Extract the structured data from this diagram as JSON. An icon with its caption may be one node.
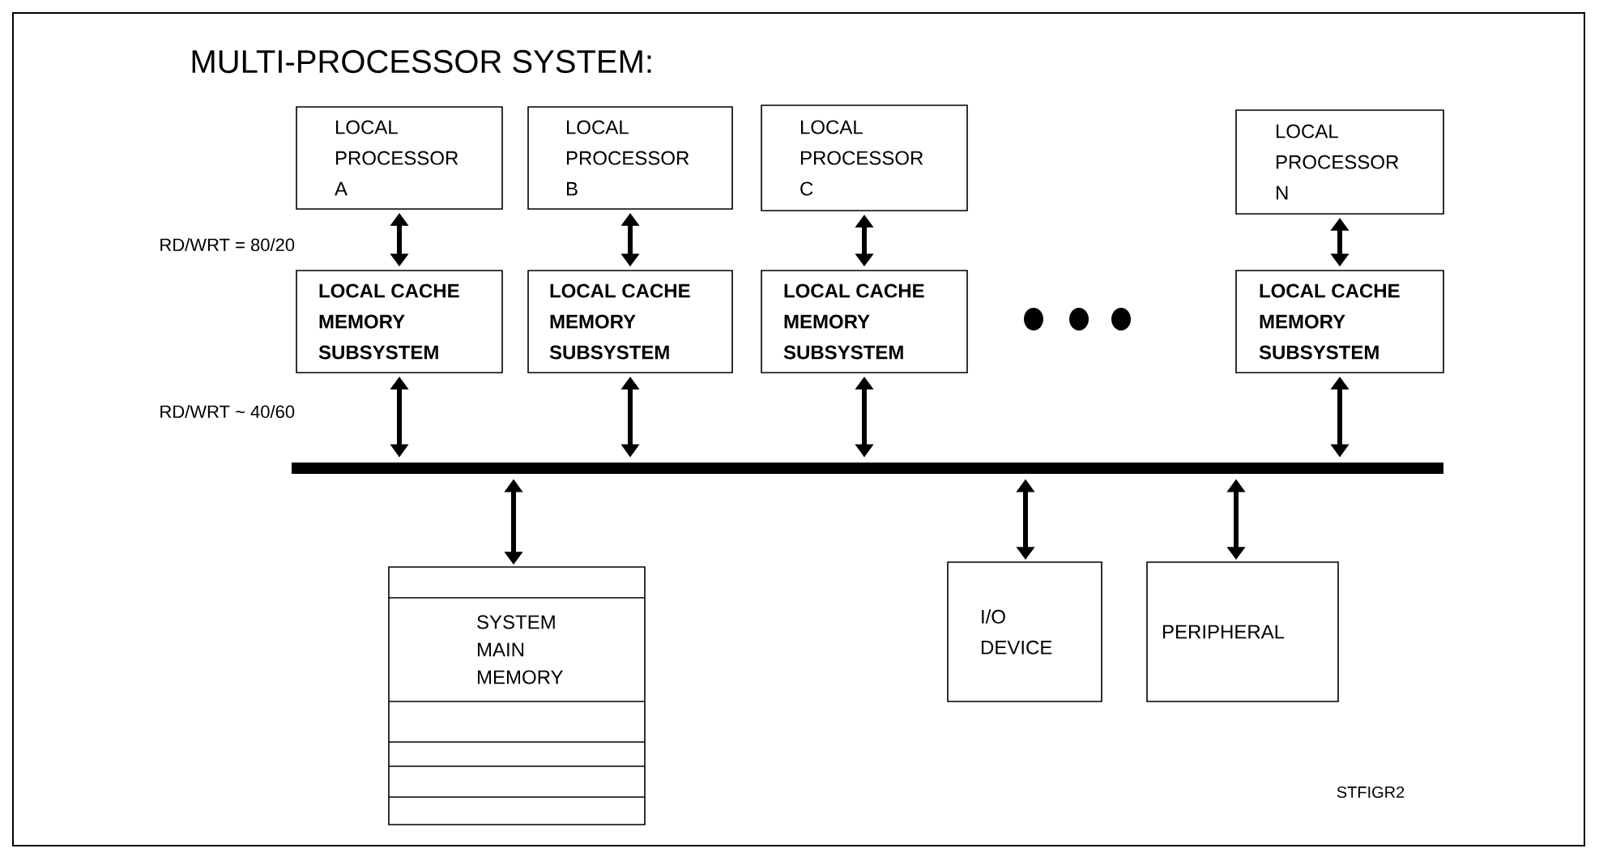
{
  "diagram": {
    "title": "MULTI-PROCESSOR SYSTEM:",
    "nodes": [
      {
        "text": [
          "LOCAL PROCESSOR A"
        ]
      },
      {
        "text": [
          "LOCAL PROCESSOR B"
        ]
      },
      {
        "text": [
          "LOCAL PROCESSOR C"
        ]
      },
      {
        "text": [
          "LOCAL PROCESSOR N"
        ]
      },
      {
        "text": [
          "LOCAL CACHE MEMORY SUBSYSTEM"
        ]
      },
      {
        "text": [
          "LOCAL CACHE MEMORY SUBSYSTEM"
        ]
      },
      {
        "text": [
          "LOCAL CACHE MEMORY SUBSYSTEM"
        ]
      },
      {
        "text": [
          "LOCAL CACHE MEMORY SUBSYSTEM"
        ]
      },
      {
        "text": [],
        "shape": "bar"
      },
      {
        "text": [
          "SYSTEM MAIN MEMORY"
        ]
      },
      {
        "text": [
          "I/O DEVICE"
        ]
      },
      {
        "text": [
          "PERIPHERAL"
        ]
      }
    ],
    "edges": [
      {
        "from": 0,
        "to": 4,
        "arrow": "both"
      },
      {
        "from": 1,
        "to": 5,
        "arrow": "both"
      },
      {
        "from": 2,
        "to": 6,
        "arrow": "both"
      },
      {
        "from": 3,
        "to": 7,
        "arrow": "both"
      },
      {
        "from": 4,
        "to": 8,
        "arrow": "both"
      },
      {
        "from": 5,
        "to": 8,
        "arrow": "both"
      },
      {
        "from": 6,
        "to": 8,
        "arrow": "both"
      },
      {
        "from": 7,
        "to": 8,
        "arrow": "both"
      },
      {
        "from": 8,
        "to": 9,
        "arrow": "both"
      },
      {
        "from": 8,
        "to": 10,
        "arrow": "both"
      },
      {
        "from": 8,
        "to": 11,
        "arrow": "both"
      }
    ],
    "labels": [
      "RD/WRT = 80/20",
      "RD/WRT ~ 40/60",
      "STFIGR2"
    ]
  }
}
